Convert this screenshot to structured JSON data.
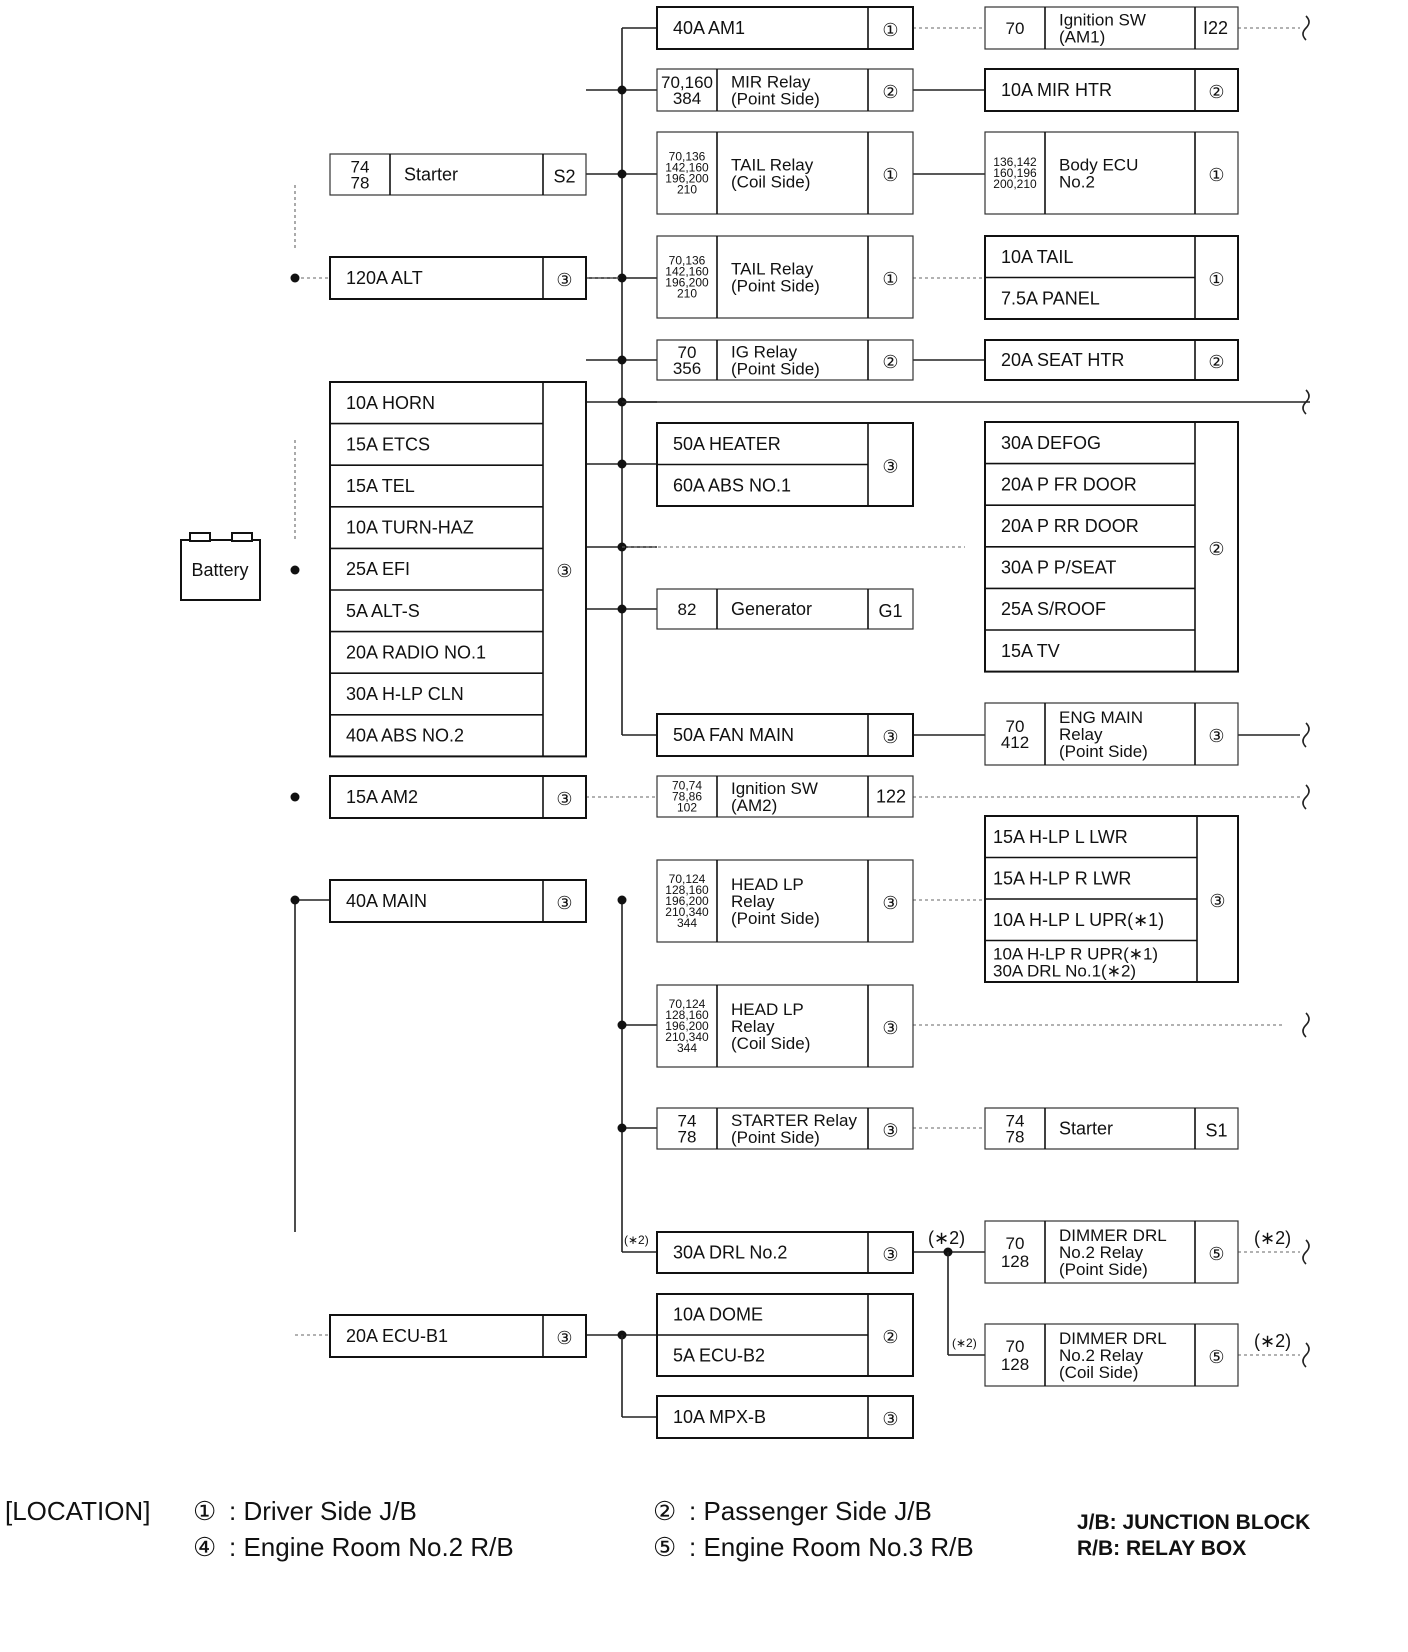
{
  "battery": {
    "label": "Battery"
  },
  "left_fuses": {
    "starter": {
      "codes": [
        "74",
        "78"
      ],
      "label": "Starter",
      "pin": "S2"
    },
    "alt": {
      "label": "120A ALT",
      "loc": "③"
    },
    "main_block": {
      "items": [
        "10A HORN",
        "15A ETCS",
        "15A TEL",
        "10A TURN-HAZ",
        "25A EFI",
        "5A ALT-S",
        "20A RADIO NO.1",
        "30A H-LP CLN",
        "40A ABS NO.2"
      ],
      "loc": "③"
    },
    "am2": {
      "label": "15A AM2",
      "loc": "③"
    },
    "main": {
      "label": "40A MAIN",
      "loc": "③"
    },
    "ecu_b1": {
      "label": "20A ECU-B1",
      "loc": "③"
    }
  },
  "middle": {
    "am1": {
      "label": "40A AM1",
      "loc": "①"
    },
    "mir_relay": {
      "codes": [
        "70,160",
        "384"
      ],
      "label": [
        "MIR Relay",
        "(Point Side)"
      ],
      "loc": "②"
    },
    "tail_coil": {
      "codes": [
        "70,136",
        "142,160",
        "196,200",
        "210"
      ],
      "label": [
        "TAIL Relay",
        "(Coil Side)"
      ],
      "loc": "①"
    },
    "tail_point": {
      "codes": [
        "70,136",
        "142,160",
        "196,200",
        "210"
      ],
      "label": [
        "TAIL Relay",
        "(Point Side)"
      ],
      "loc": "①"
    },
    "ig_relay": {
      "codes": [
        "70",
        "356"
      ],
      "label": [
        "IG Relay",
        "(Point Side)"
      ],
      "loc": "②"
    },
    "heater_abs": {
      "items": [
        "50A HEATER",
        "60A ABS NO.1"
      ],
      "loc": "③"
    },
    "generator": {
      "codes": [
        "82"
      ],
      "label": "Generator",
      "pin": "G1"
    },
    "fan_main": {
      "label": "50A FAN MAIN",
      "loc": "③"
    },
    "ign_am2": {
      "codes": [
        "70,74",
        "78,86",
        "102"
      ],
      "label": [
        "Ignition SW",
        "(AM2)"
      ],
      "pin": "122"
    },
    "head_point": {
      "codes": [
        "70,124",
        "128,160",
        "196,200",
        "210,340",
        "344"
      ],
      "label": [
        "HEAD LP",
        "Relay",
        "(Point Side)"
      ],
      "loc": "③"
    },
    "head_coil": {
      "codes": [
        "70,124",
        "128,160",
        "196,200",
        "210,340",
        "344"
      ],
      "label": [
        "HEAD LP",
        "Relay",
        "(Coil Side)"
      ],
      "loc": "③"
    },
    "starter_relay": {
      "codes": [
        "74",
        "78"
      ],
      "label": [
        "STARTER Relay",
        "(Point Side)"
      ],
      "loc": "③"
    },
    "drl2": {
      "label": "30A DRL No.2",
      "loc": "③",
      "note": "(*2)"
    },
    "dome_ecu": {
      "items": [
        "10A DOME",
        "5A ECU-B2"
      ],
      "loc": "②"
    },
    "mpx": {
      "label": "10A MPX-B",
      "loc": "③"
    }
  },
  "right": {
    "ign_am1": {
      "codes": [
        "70"
      ],
      "label": [
        "Ignition SW",
        "(AM1)"
      ],
      "pin": "I22"
    },
    "mir_htr": {
      "label": "10A MIR HTR",
      "loc": "②"
    },
    "body_ecu": {
      "codes": [
        "136,142",
        "160,196",
        "200,210"
      ],
      "label": [
        "Body ECU",
        "No.2"
      ],
      "loc": "①"
    },
    "tail_panel": {
      "items": [
        "10A TAIL",
        "7.5A PANEL"
      ],
      "loc": "①"
    },
    "seat_htr": {
      "label": "20A SEAT HTR",
      "loc": "②"
    },
    "passenger_block": {
      "items": [
        "30A DEFOG",
        "20A P FR DOOR",
        "20A P RR DOOR",
        "30A P P/SEAT",
        "25A S/ROOF",
        "15A TV"
      ],
      "loc": "②"
    },
    "eng_main": {
      "codes": [
        "70",
        "412"
      ],
      "label": [
        "ENG MAIN",
        "Relay",
        "(Point Side)"
      ],
      "loc": "③"
    },
    "hlp_block": {
      "items": [
        "15A H-LP L LWR",
        "15A H-LP R LWR",
        "10A H-LP L UPR(∗1)",
        "10A H-LP R UPR(∗1)",
        "30A DRL No.1(∗2)"
      ],
      "loc": "③"
    },
    "starter_s1": {
      "codes": [
        "74",
        "78"
      ],
      "label": "Starter",
      "pin": "S1"
    },
    "dimmer_point": {
      "codes": [
        "70",
        "128"
      ],
      "label": [
        "DIMMER DRL",
        "No.2 Relay",
        "(Point Side)"
      ],
      "loc": "⑤",
      "note": "(∗2)"
    },
    "dimmer_coil": {
      "codes": [
        "70",
        "128"
      ],
      "label": [
        "DIMMER DRL",
        "No.2 Relay",
        "(Coil Side)"
      ],
      "loc": "⑤",
      "note": "(∗2)"
    }
  },
  "notes": {
    "star2": "(∗2)"
  },
  "legend": {
    "title": "[LOCATION]",
    "items": [
      {
        "sym": "①",
        "text": ": Driver Side J/B"
      },
      {
        "sym": "②",
        "text": ": Passenger Side J/B"
      },
      {
        "sym": "④",
        "text": ": Engine Room No.2 R/B"
      },
      {
        "sym": "⑤",
        "text": ": Engine Room No.3 R/B"
      }
    ],
    "abbr": [
      "J/B: JUNCTION BLOCK",
      "R/B: RELAY BOX"
    ]
  }
}
